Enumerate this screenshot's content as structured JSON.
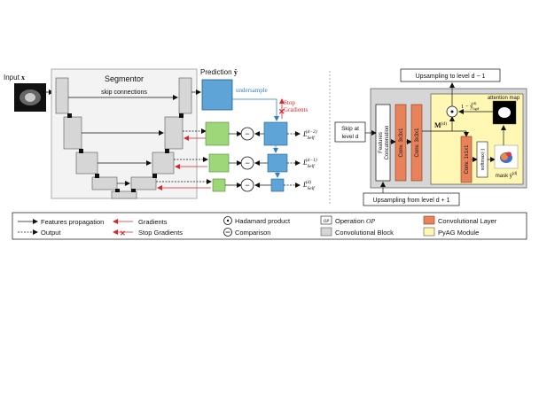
{
  "left_panel": {
    "input_label": "Input",
    "input_symbol": "x",
    "segmentor_title": "Segmentor",
    "skip_connections_label": "skip connections",
    "prediction_label": "Prediction",
    "prediction_symbol": "ŷ",
    "undersample_label": "undersample",
    "stop_gradients_line1": "Stop",
    "stop_gradients_line2": "Gradients",
    "compare_symbol": "−",
    "loss_labels": [
      {
        "main": "L",
        "sub": "Self",
        "sup": "(d−2)"
      },
      {
        "main": "L",
        "sub": "Self",
        "sup": "(d−1)"
      },
      {
        "main": "L",
        "sub": "Self",
        "sup": "(d)"
      }
    ]
  },
  "right_panel": {
    "upsampling_to_label": "Upsampling to level d − 1",
    "upsampling_from_label": "Upsampling from level d + 1",
    "skip_line1": "Skip at",
    "skip_line2": "level d",
    "features_concat_line1": "Features",
    "features_concat_line2": "Concatenation",
    "conv_a": "Conv. 3x3x1",
    "conv_b": "Conv. 3x3x1",
    "conv_c": "Conv. 1x1x1",
    "softmax_label": "softmax(·)",
    "m_label": "M",
    "m_sup": "(d)",
    "attention_map_label": "attention map",
    "one_minus_label": "1 − ŷ",
    "one_minus_sub": "bgd",
    "one_minus_sup": "(d)",
    "mask_label": "mask ŷ",
    "mask_sup": "(d)",
    "hadamard_symbol": "·"
  },
  "legend": {
    "features_propagation": "Features propagation",
    "output": "Output",
    "gradients": "Gradients",
    "stop_gradients": "Stop Gradients",
    "hadamard_product": "Hadamard product",
    "comparison": "Comparison",
    "operation_box": "OP",
    "operation_label": "Operation",
    "operation_symbol": "OP",
    "convolutional_block": "Convolutional Block",
    "convolutional_layer": "Convolutional Layer",
    "pyag_module": "PyAG Module"
  },
  "colors": {
    "conv_block": "#d6d6d6",
    "conv_layer": "#e8825a",
    "pyag_module": "#fff7b3",
    "prediction_block": "#5ea4d6",
    "green_block": "#9ed67a",
    "gradient_arrow": "#d9262b",
    "undersample_text": "#2e7fc4"
  }
}
